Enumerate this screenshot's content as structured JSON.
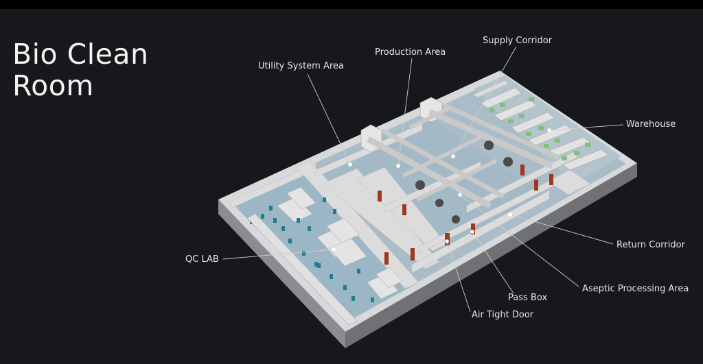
{
  "title": {
    "line1": "Bio Clean",
    "line2": "Room"
  },
  "labels": {
    "utility": "Utility System Area",
    "production": "Production Area",
    "supply": "Supply Corridor",
    "warehouse": "Warehouse",
    "qc": "QC LAB",
    "return": "Return Corridor",
    "aseptic": "Aseptic Processing Area",
    "passbox": "Pass Box",
    "airtight": "Air Tight Door"
  },
  "colors": {
    "background": "#17181b",
    "wall": "#d9d9d9",
    "floor": "#9fb8c6",
    "door": "#9a3b1f",
    "equipment_green": "#7fc07a",
    "chair_teal": "#1d7f8a",
    "leader": "#cfcfcf"
  }
}
